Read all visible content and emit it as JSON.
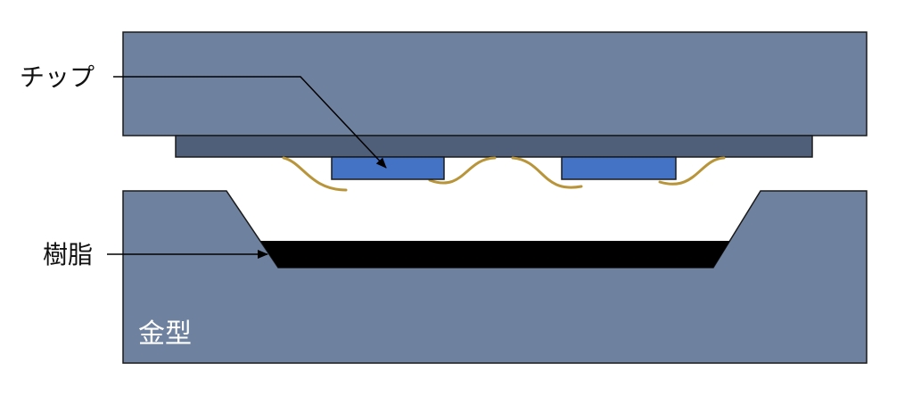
{
  "labels": {
    "chip": "チップ",
    "resin": "樹脂",
    "mold": "金型"
  },
  "colors": {
    "mold": "#6e819f",
    "substrate": "#4f5f7a",
    "chip": "#4472c4",
    "resin": "#000000",
    "wire": "#b8953a",
    "outline": "#1a1a1a"
  }
}
